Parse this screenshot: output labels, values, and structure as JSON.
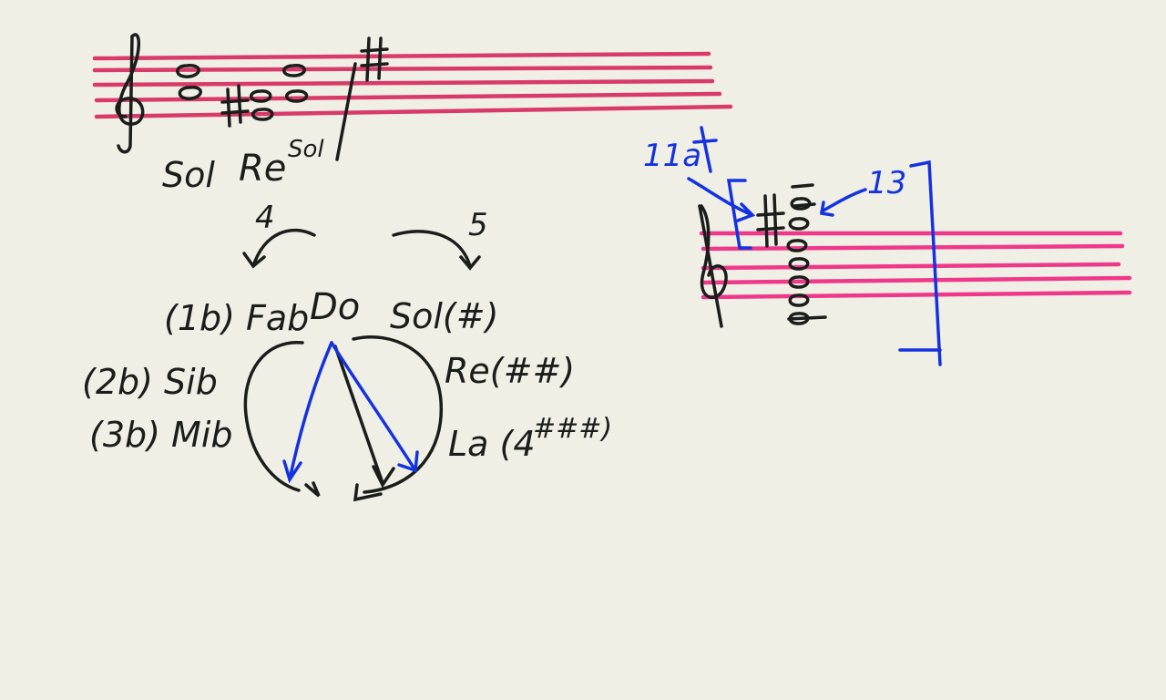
{
  "colors": {
    "paper": "#efefe6",
    "staff_left": "#d93a6a",
    "staff_right": "#f0388a",
    "ink_black": "#1b1d1b",
    "ink_blue": "#1432e0"
  },
  "staff_left": {
    "label_sol": "Sol",
    "label_re": "Re",
    "label_sup": "Sol"
  },
  "circle_labels": {
    "fourth": "4",
    "fifth": "5",
    "top": "Do",
    "fa_flat": "(1b) Fab",
    "si_flat": "(2b) Sib",
    "mi_flat": "(3b) Mib",
    "sol_sharp": "Sol(#)",
    "re_sharp": "Re(##)",
    "la_sharp": "La (4",
    "la_sharp_sup": "###)"
  },
  "chord_annotations": {
    "eleventh": "11a",
    "thirteenth": "13"
  }
}
